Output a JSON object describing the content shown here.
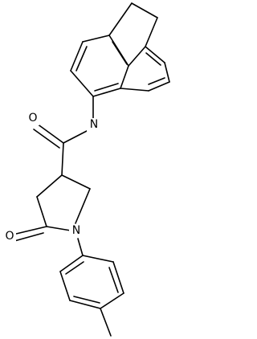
{
  "molecule": {
    "atom_labels": {
      "amide_nitrogen": "N",
      "carbonyl_oxygen_amide": "O",
      "carbonyl_oxygen_lactam": "O",
      "ring_nitrogen": "N"
    }
  },
  "colors": {
    "bond": "#000000",
    "label": "#000000",
    "background": "#ffffff"
  }
}
